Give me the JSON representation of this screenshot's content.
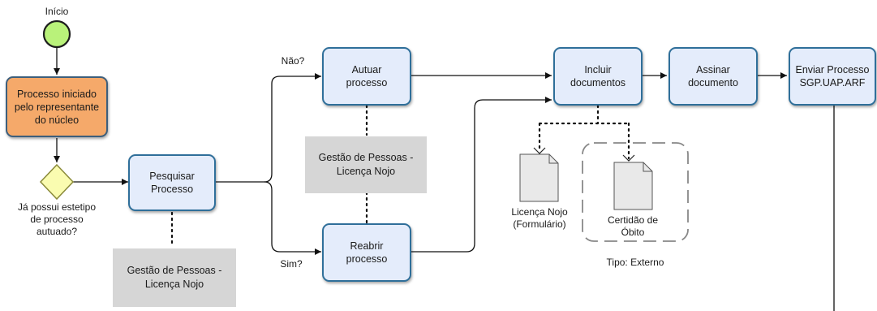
{
  "start_event": {
    "label": "Início"
  },
  "tasks": {
    "processo_iniciado": "Processo iniciado\npelo representante\ndo núcleo",
    "pesquisar": "Pesquisar\nProcesso",
    "autuar": "Autuar\nprocesso",
    "reabrir": "Reabrir\nprocesso",
    "incluir": "Incluir\ndocumentos",
    "assinar": "Assinar\ndocumento",
    "enviar": "Enviar Processo\nSGP.UAP.ARF"
  },
  "gateway": {
    "question": "Já possui estetipo\nde processo\nautuado?"
  },
  "flow_labels": {
    "nao": "Não?",
    "sim": "Sim?"
  },
  "annotations": {
    "note_pesquisar": "Gestão de Pessoas -\nLicença Nojo",
    "note_autuar_reabrir": "Gestão de Pessoas -\nLicença Nojo"
  },
  "documents": {
    "licenca": "Licença Nojo\n(Formulário)",
    "certidao": "Certidão de\nÓbito",
    "group_label": "Tipo: Externo"
  },
  "colors": {
    "task_fill": "#e4ecfb",
    "task_border": "#2f6f9a",
    "start_task_fill": "#f5a96a",
    "start_event_fill": "#b9f27a",
    "gateway_fill": "#fafcb0",
    "note_fill": "#d6d6d6"
  }
}
